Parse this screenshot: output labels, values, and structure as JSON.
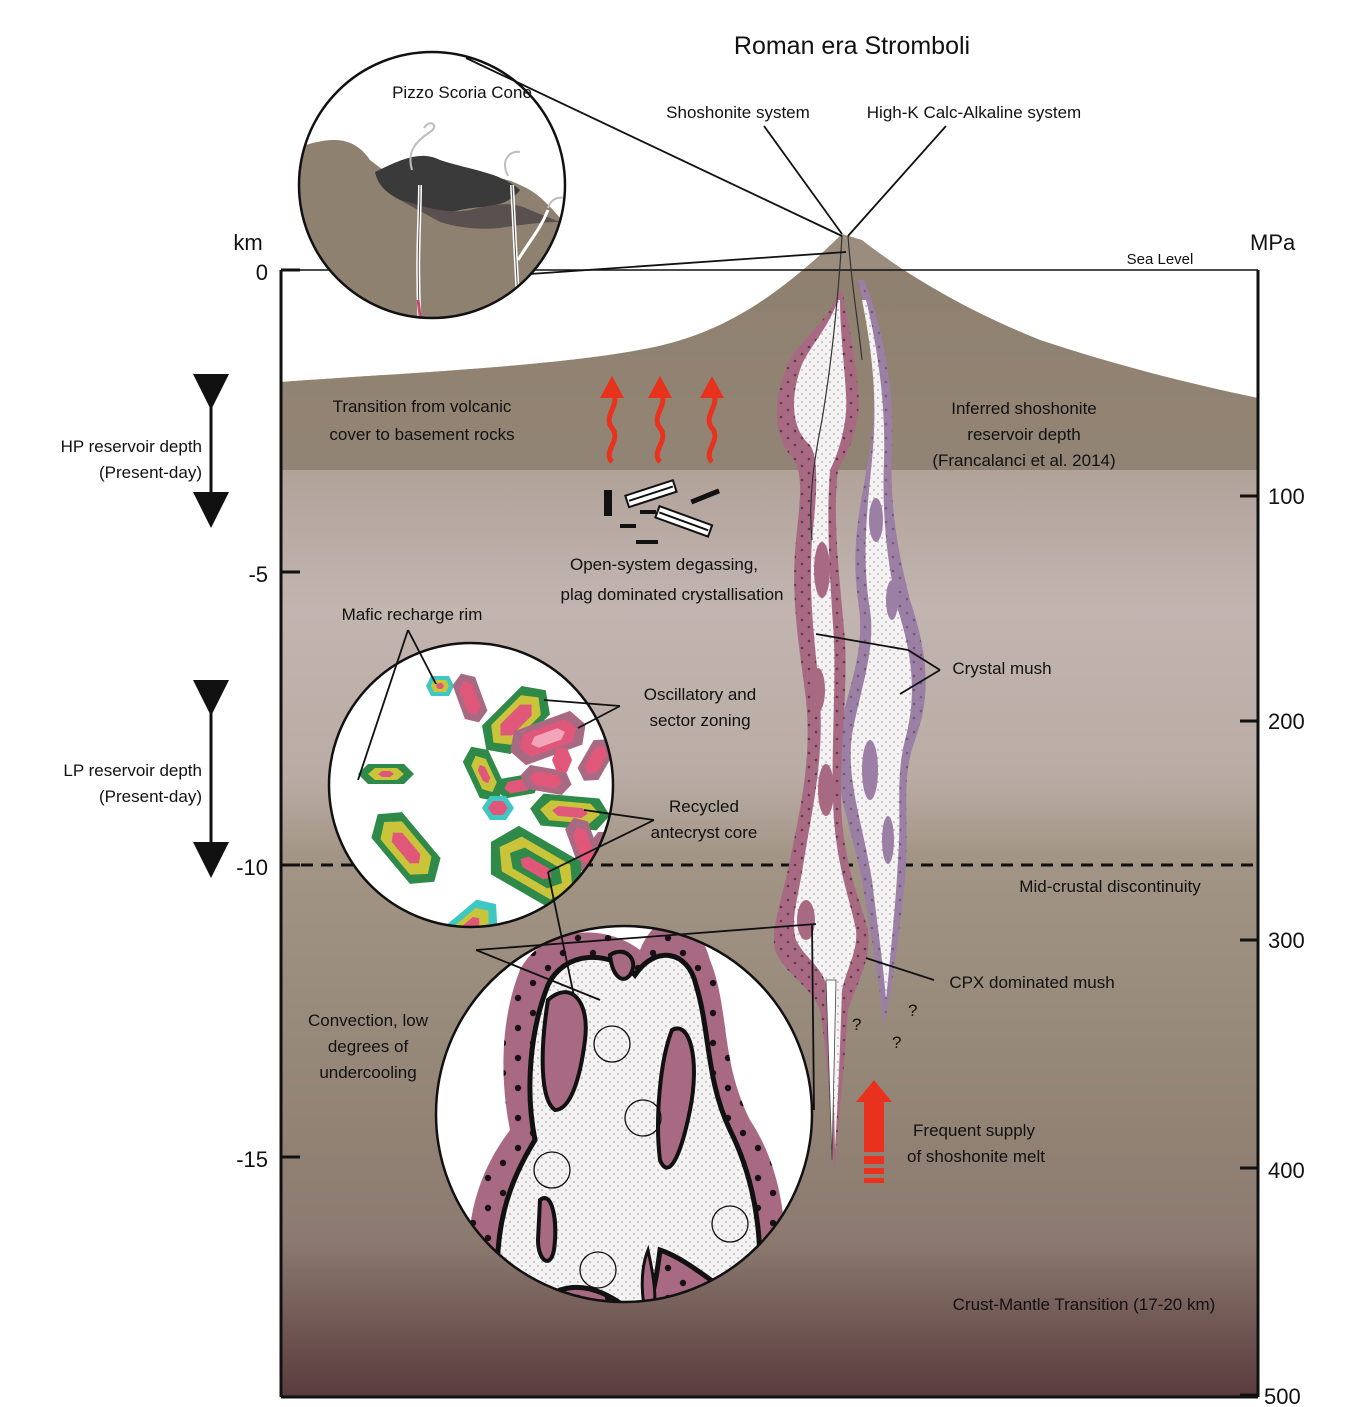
{
  "title": "Roman era Stromboli",
  "axes": {
    "left_unit": "km",
    "right_unit": "MPa",
    "left_ticks": [
      "0",
      "-5",
      "-10",
      "-15"
    ],
    "right_ticks": [
      "100",
      "200",
      "300",
      "400",
      "500"
    ]
  },
  "labels": {
    "pizzo": "Pizzo Scoria Cone",
    "shoshonite_system": "Shoshonite system",
    "calc_alkaline": "High-K Calc-Alkaline system",
    "sea_level": "Sea Level",
    "transition_1": "Transition from volcanic",
    "transition_2": "cover to basement rocks",
    "hp_1": "HP reservoir depth",
    "hp_2": "(Present-day)",
    "lp_1": "LP reservoir depth",
    "lp_2": "(Present-day)",
    "inferred_1": "Inferred shoshonite",
    "inferred_2": "reservoir depth",
    "inferred_3": "(Francalanci et al. 2014)",
    "degassing_1": "Open-system degassing,",
    "degassing_2": "plag dominated crystallisation",
    "mafic": "Mafic recharge rim",
    "oscillatory_1": "Oscillatory and",
    "oscillatory_2": "sector zoning",
    "crystal_mush": "Crystal mush",
    "recycled_1": "Recycled",
    "recycled_2": "antecryst core",
    "mid_crustal": "Mid-crustal discontinuity",
    "cpx": "CPX dominated mush",
    "convection_1": "Convection, low",
    "convection_2": "degrees of",
    "convection_3": "undercooling",
    "supply_1": "Frequent supply",
    "supply_2": "of shoshonite melt",
    "crust_mantle": "Crust-Mantle Transition (17-20 km)",
    "question": "?"
  },
  "colors": {
    "volcano": "#8f8170",
    "mush_rim": "#a86a82",
    "mush_rim_purple": "#9b7fa4",
    "arrow_red": "#e8321e",
    "crystal_green": "#2f8a4a",
    "crystal_pink": "#e0577a",
    "crystal_yellow": "#c9c43a",
    "crystal_cyan": "#3fc7c3"
  }
}
